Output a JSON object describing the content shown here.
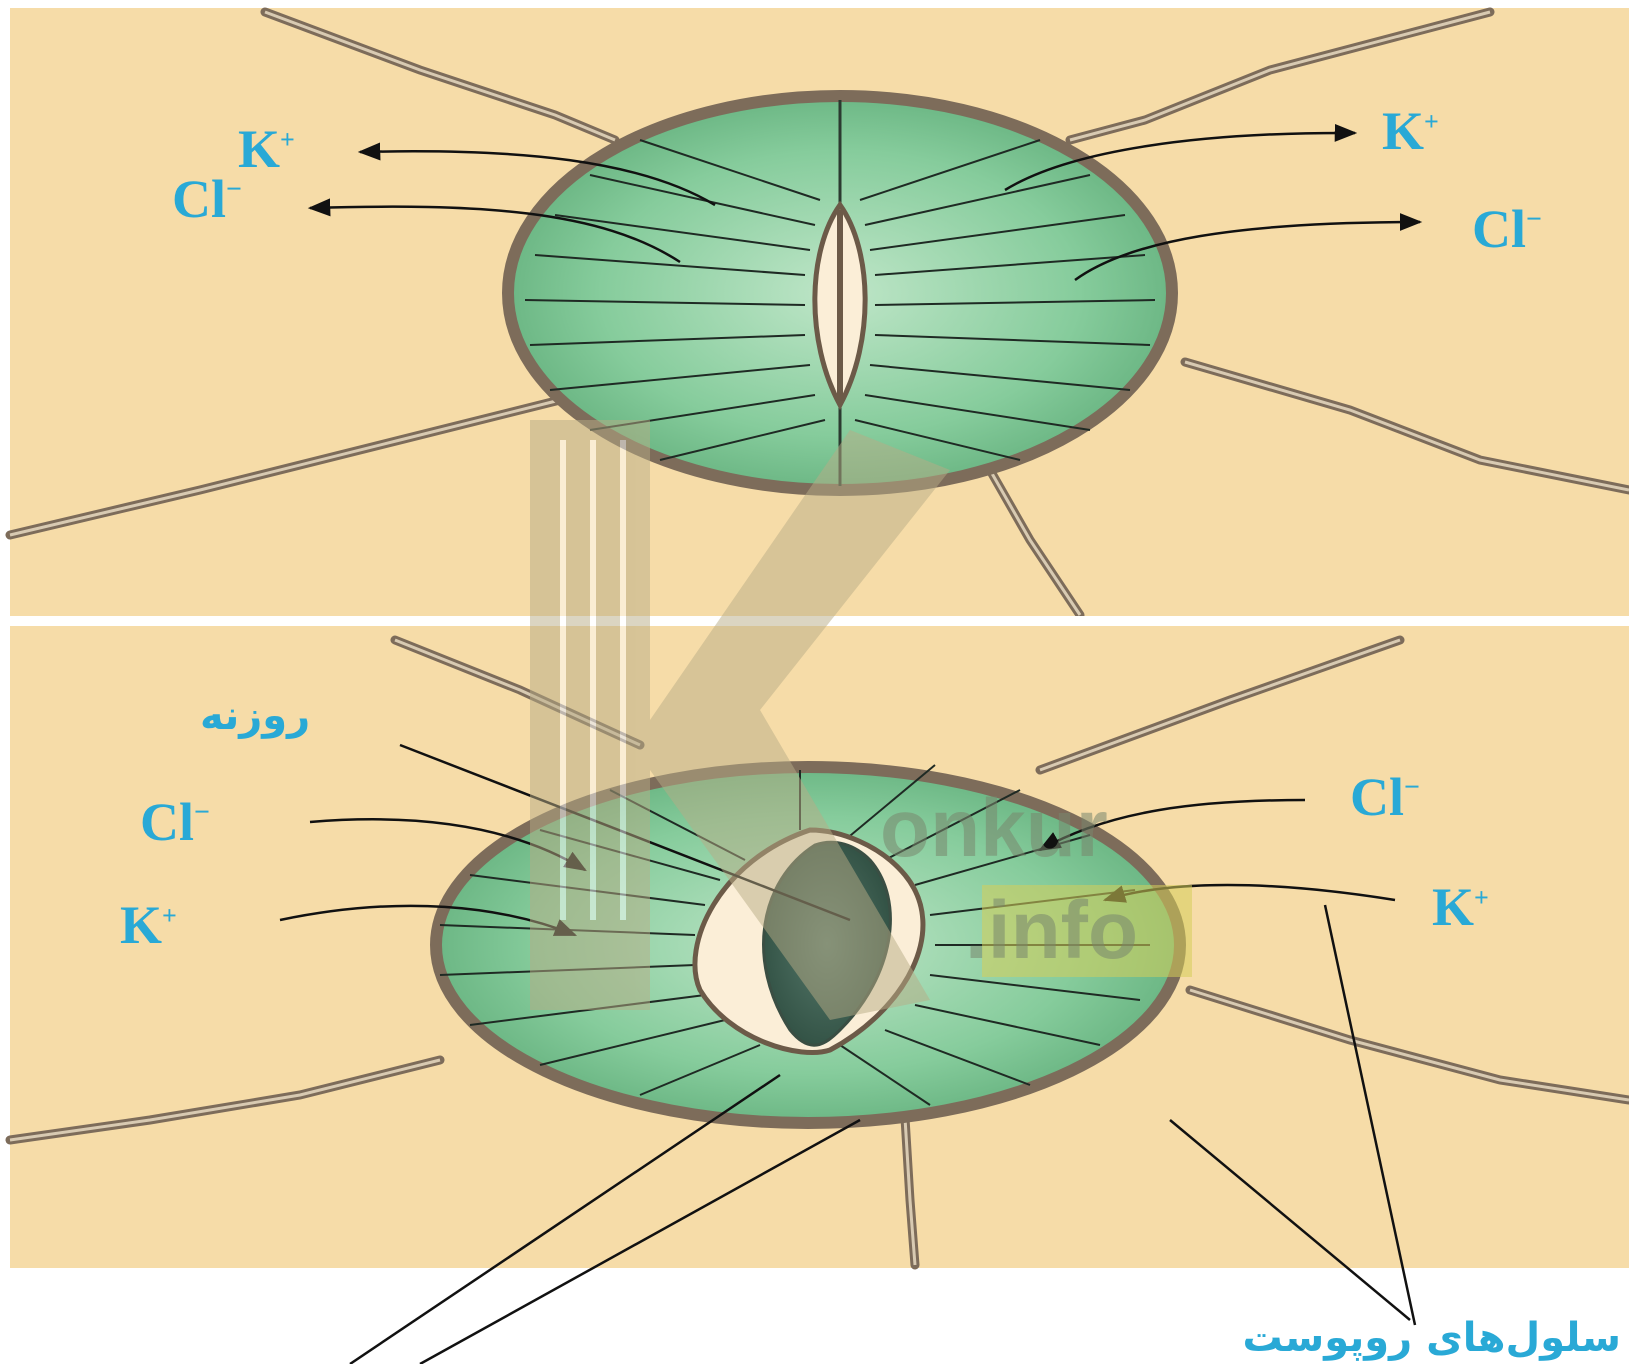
{
  "top_panel": {
    "left_k": "K",
    "left_k_sup": "+",
    "left_cl": "Cl",
    "left_cl_sup": "−",
    "right_k": "K",
    "right_k_sup": "+",
    "right_cl": "Cl",
    "right_cl_sup": "−"
  },
  "bottom_panel": {
    "pore_label": "روزنه",
    "left_cl": "Cl",
    "left_cl_sup": "−",
    "left_k": "K",
    "left_k_sup": "+",
    "right_cl": "Cl",
    "right_cl_sup": "−",
    "right_k": "K",
    "right_k_sup": "+",
    "epidermis_label": "سلول‌های روپوست"
  },
  "watermark": {
    "text_onkur": "onkur",
    "text_info": ".info"
  },
  "colors": {
    "background_cell": "#f6dca8",
    "guard_cell": "#7fc79a",
    "cell_wall": "#8a7a66",
    "label": "#29a9d6"
  }
}
